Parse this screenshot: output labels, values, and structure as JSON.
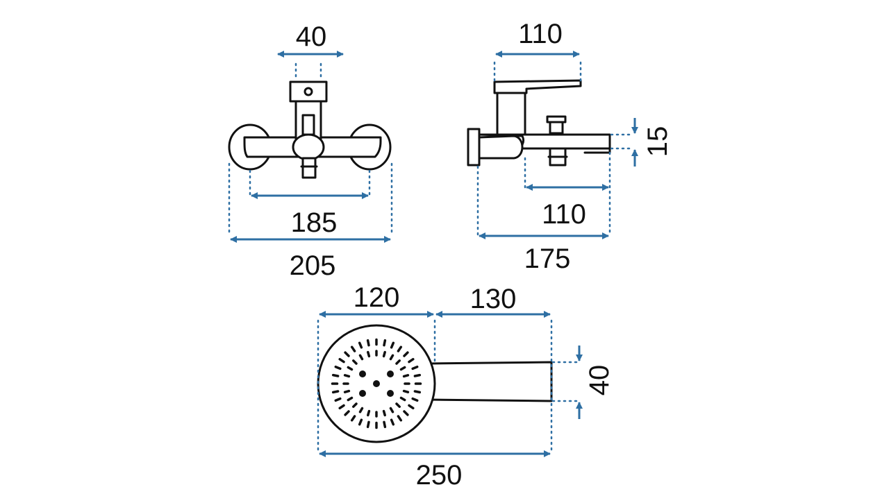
{
  "colors": {
    "dimension_line": "#2e6fa3",
    "outline": "#111111",
    "background": "#ffffff"
  },
  "front_view": {
    "dims": {
      "top_width": "40",
      "inner_width": "185",
      "outer_width": "205"
    }
  },
  "side_view": {
    "dims": {
      "top_width": "110",
      "height": "15",
      "bottom_width": "110",
      "total_width": "175"
    }
  },
  "hand_shower": {
    "dims": {
      "head_diameter": "120",
      "handle_length": "130",
      "handle_width": "40",
      "total_length": "250"
    }
  }
}
